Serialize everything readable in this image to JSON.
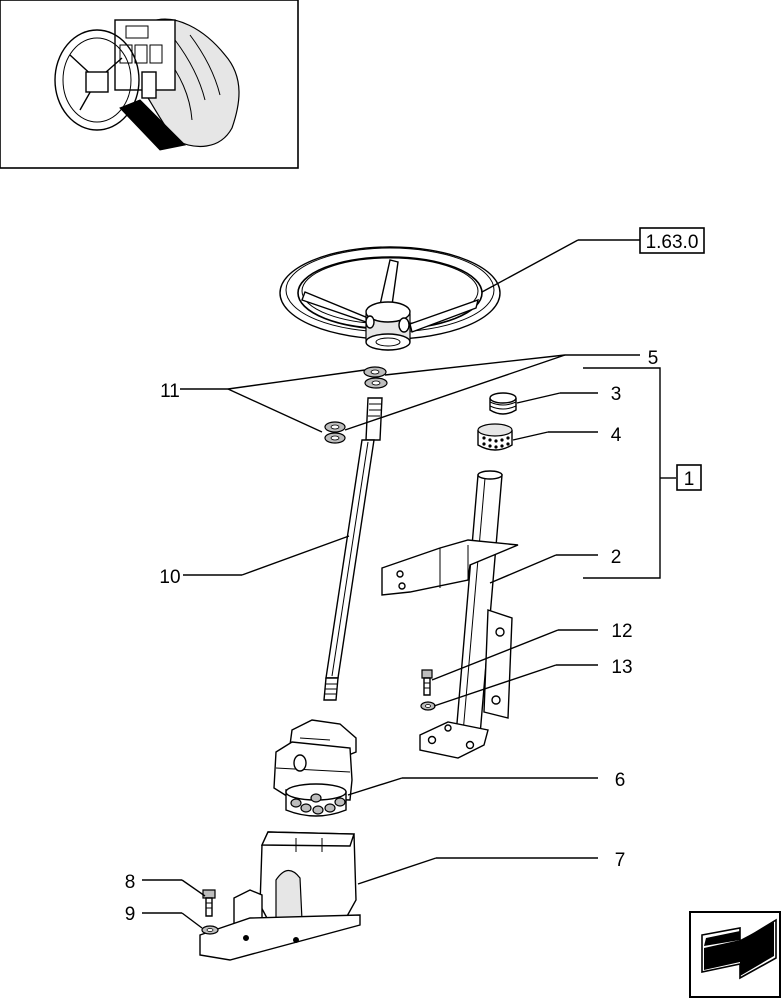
{
  "references": {
    "top_ref": "1.63.0",
    "group_ref": "1"
  },
  "callouts": [
    {
      "id": "c1",
      "label": "1"
    },
    {
      "id": "c2",
      "label": "2"
    },
    {
      "id": "c3",
      "label": "3"
    },
    {
      "id": "c4",
      "label": "4"
    },
    {
      "id": "c5",
      "label": "5"
    },
    {
      "id": "c6",
      "label": "6"
    },
    {
      "id": "c7",
      "label": "7"
    },
    {
      "id": "c8",
      "label": "8"
    },
    {
      "id": "c9",
      "label": "9"
    },
    {
      "id": "c10",
      "label": "10"
    },
    {
      "id": "c11",
      "label": "11"
    },
    {
      "id": "c12",
      "label": "12"
    },
    {
      "id": "c13",
      "label": "13"
    }
  ],
  "icons": {
    "locator": "tractor-cab-steering-locator-icon",
    "nav": "next-page-arrow-icon"
  }
}
